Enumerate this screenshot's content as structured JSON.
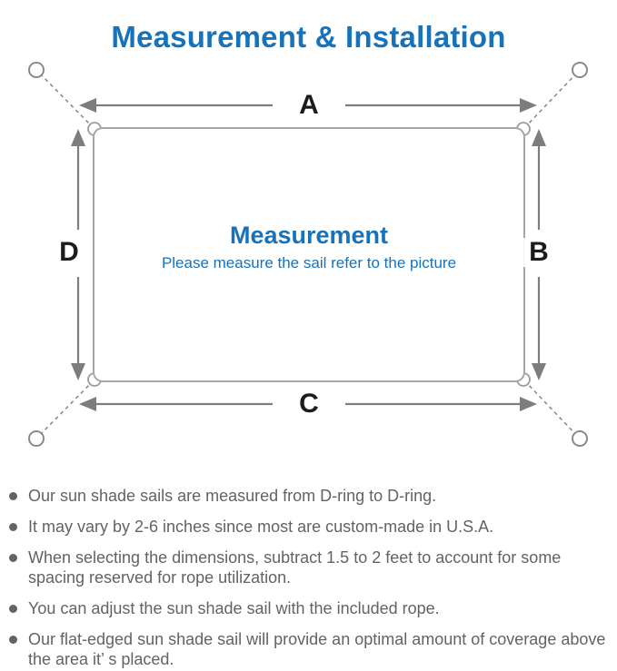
{
  "title": "Measurement & Installation",
  "diagram": {
    "dimension_labels": {
      "top": "A",
      "right": "B",
      "bottom": "C",
      "left": "D"
    },
    "center_title": "Measurement",
    "center_subtitle": "Please measure the sail refer to the picture"
  },
  "bullets": [
    "Our sun shade sails are measured from D-ring to D-ring.",
    "It may vary by 2-6 inches since most are custom-made in U.S.A.",
    "When selecting the dimensions, subtract 1.5 to 2 feet to account for some spacing reserved for rope utilization.",
    "You can adjust the sun shade sail with the included rope.",
    "Our flat-edged sun shade sail will provide an optimal amount of coverage above the area it’ s placed."
  ],
  "colors": {
    "accent_blue": "#1673bb",
    "body_text_gray": "#636363",
    "diagram_arrow_gray": "#7d7d7d",
    "sail_outline_gray": "#a6a6a6"
  }
}
